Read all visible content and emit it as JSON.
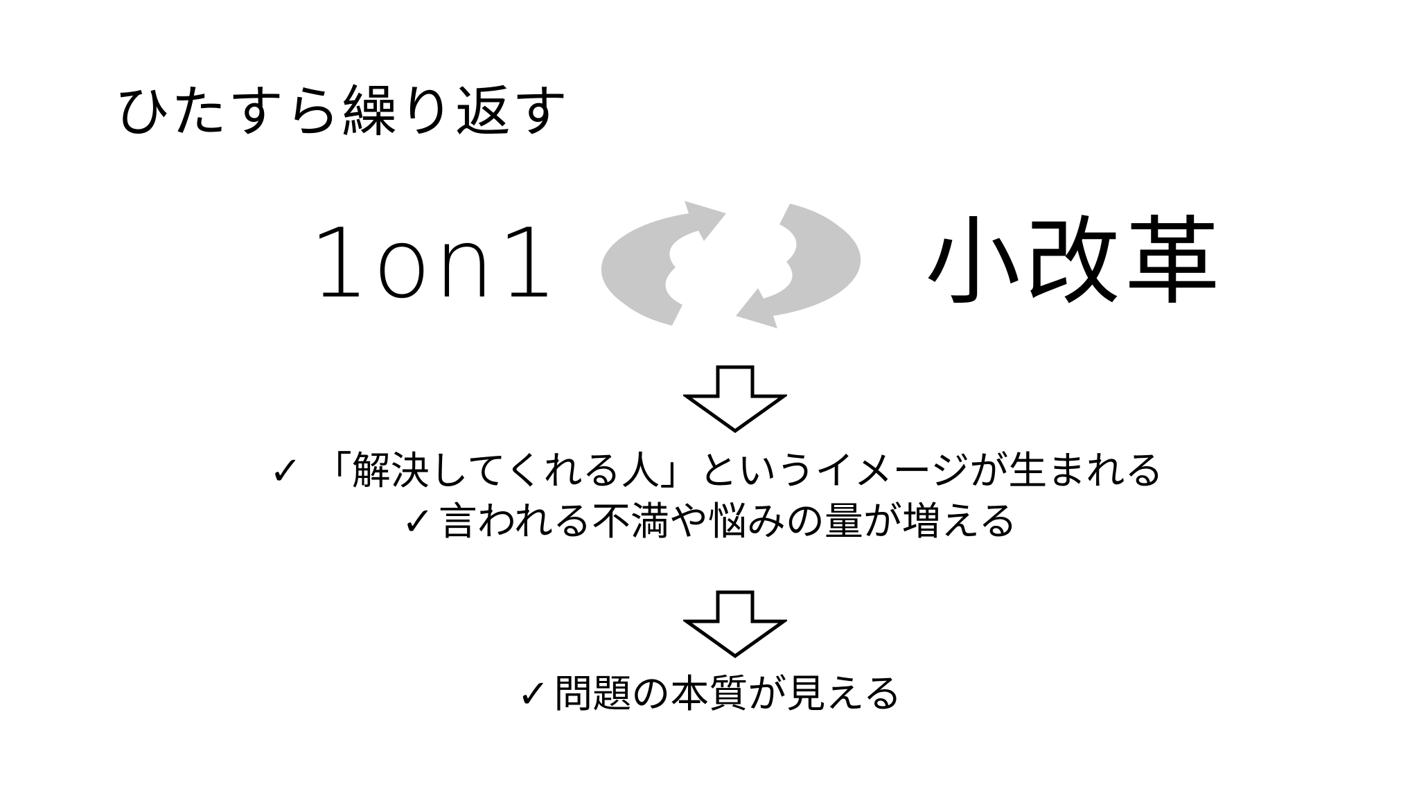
{
  "slide": {
    "title": "ひたすら繰り返す",
    "left_term": "1on1",
    "right_term": "小改革",
    "cycle_icon": "cycle-arrows-icon",
    "cycle_color": "#c8c8c8",
    "bullets_first": [
      {
        "check": "✓",
        "text": "「解決してくれる人」というイメージが生まれる"
      },
      {
        "check": "✓",
        "text": "言われる不満や悩みの量が増える"
      }
    ],
    "bullets_second": [
      {
        "check": "✓",
        "text": "問題の本質が見える"
      }
    ],
    "arrow_icon": "down-arrow-icon"
  }
}
